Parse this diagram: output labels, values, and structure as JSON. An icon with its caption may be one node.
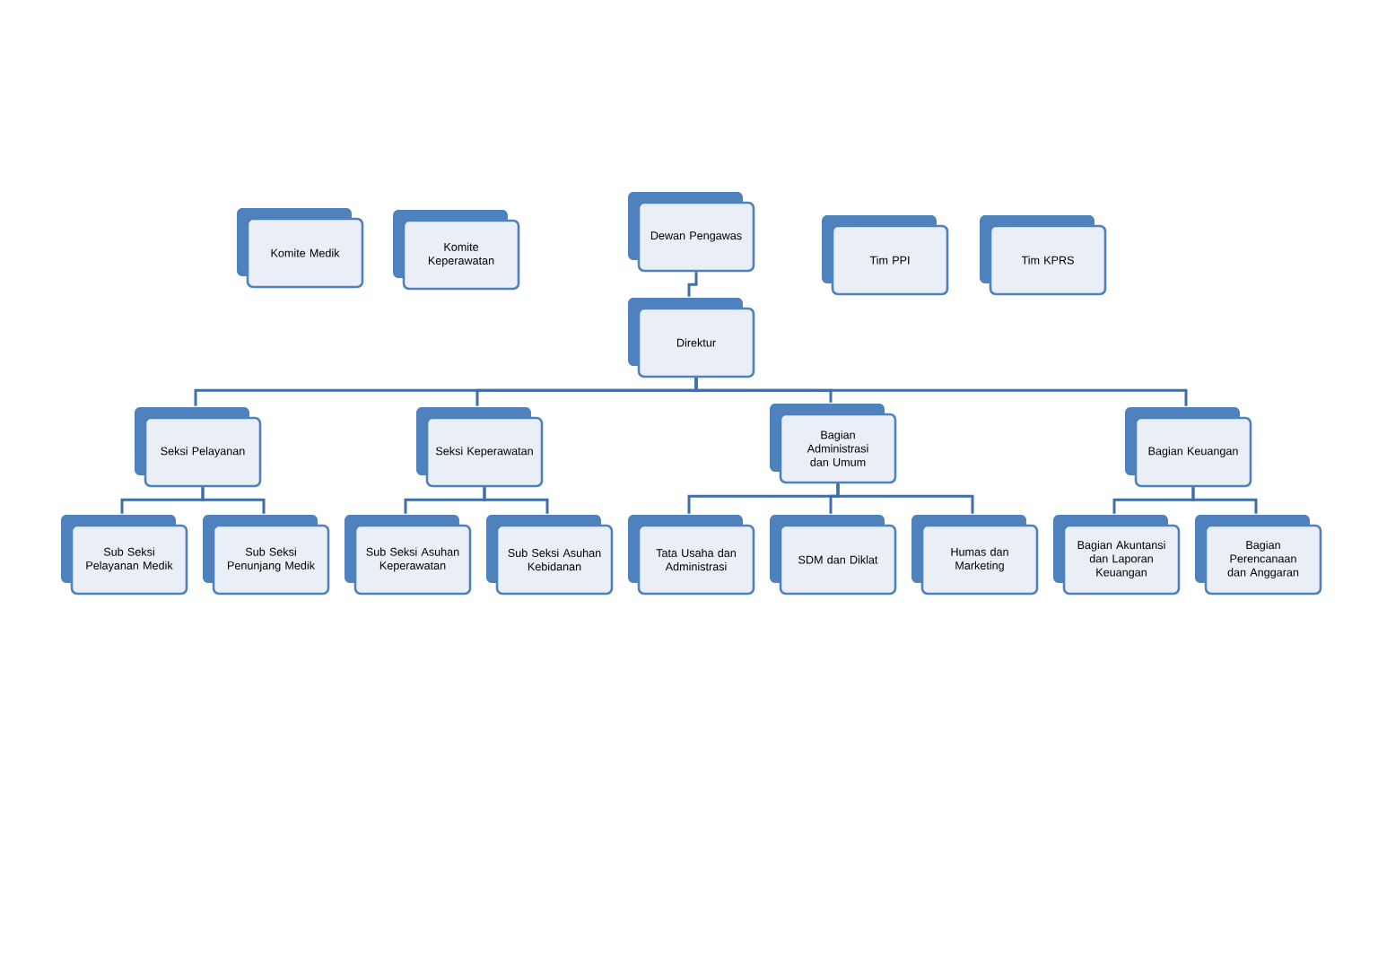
{
  "diagram": {
    "nodes": [
      {
        "text": [
          "Komite Medik"
        ]
      },
      {
        "text": [
          "Komite Keperawatan"
        ]
      },
      {
        "text": [
          "Dewan Pengawas"
        ]
      },
      {
        "text": [
          "Tim PPI"
        ]
      },
      {
        "text": [
          "Tim KPRS"
        ]
      },
      {
        "text": [
          "Direktur"
        ]
      },
      {
        "text": [
          "Seksi Pelayanan"
        ]
      },
      {
        "text": [
          "Seksi Keperawatan"
        ]
      },
      {
        "text": [
          "Bagian Administrasi dan Umum"
        ]
      },
      {
        "text": [
          "Bagian Keuangan"
        ]
      },
      {
        "text": [
          "Sub Seksi Pelayanan Medik"
        ]
      },
      {
        "text": [
          "Sub Seksi Penunjang Medik"
        ]
      },
      {
        "text": [
          "Sub Seksi Asuhan Keperawatan"
        ]
      },
      {
        "text": [
          "Sub Seksi Asuhan Kebidanan"
        ]
      },
      {
        "text": [
          "Tata Usaha dan Administrasi"
        ]
      },
      {
        "text": [
          "SDM dan Diklat"
        ]
      },
      {
        "text": [
          "Humas dan Marketing"
        ]
      },
      {
        "text": [
          "Bagian Akuntansi dan Laporan Keuangan"
        ]
      },
      {
        "text": [
          "Bagian Perencanaan dan Anggaran"
        ]
      }
    ],
    "edges": [
      {
        "from": 2,
        "to": 5,
        "arrow": "none"
      },
      {
        "from": 5,
        "to": 6,
        "arrow": "none"
      },
      {
        "from": 5,
        "to": 7,
        "arrow": "none"
      },
      {
        "from": 5,
        "to": 8,
        "arrow": "none"
      },
      {
        "from": 5,
        "to": 9,
        "arrow": "none"
      },
      {
        "from": 6,
        "to": 10,
        "arrow": "none"
      },
      {
        "from": 6,
        "to": 11,
        "arrow": "none"
      },
      {
        "from": 7,
        "to": 12,
        "arrow": "none"
      },
      {
        "from": 7,
        "to": 13,
        "arrow": "none"
      },
      {
        "from": 8,
        "to": 14,
        "arrow": "none"
      },
      {
        "from": 8,
        "to": 15,
        "arrow": "none"
      },
      {
        "from": 8,
        "to": 16,
        "arrow": "none"
      },
      {
        "from": 9,
        "to": 17,
        "arrow": "none"
      },
      {
        "from": 9,
        "to": 18,
        "arrow": "none"
      }
    ]
  }
}
